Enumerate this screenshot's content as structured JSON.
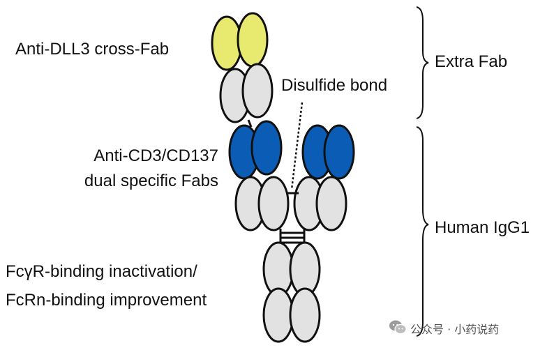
{
  "labels": {
    "anti_dll3": "Anti-DLL3 cross-Fab",
    "disulfide": "Disulfide bond",
    "extra_fab": "Extra Fab",
    "anti_cd3_line1": "Anti-CD3/CD137",
    "anti_cd3_line2": "dual specific Fabs",
    "human_igg1": "Human IgG1",
    "fcr_line1": "FcγR-binding inactivation/",
    "fcr_line2": "FcRn-binding improvement"
  },
  "watermark": {
    "text": "公众号 · 小药说药",
    "icon": "wechat-icon"
  },
  "colors": {
    "yellow_domain": "#e8ea70",
    "blue_domain": "#0a5cb5",
    "gray_domain": "#e2e2e2",
    "outline": "#111111"
  }
}
